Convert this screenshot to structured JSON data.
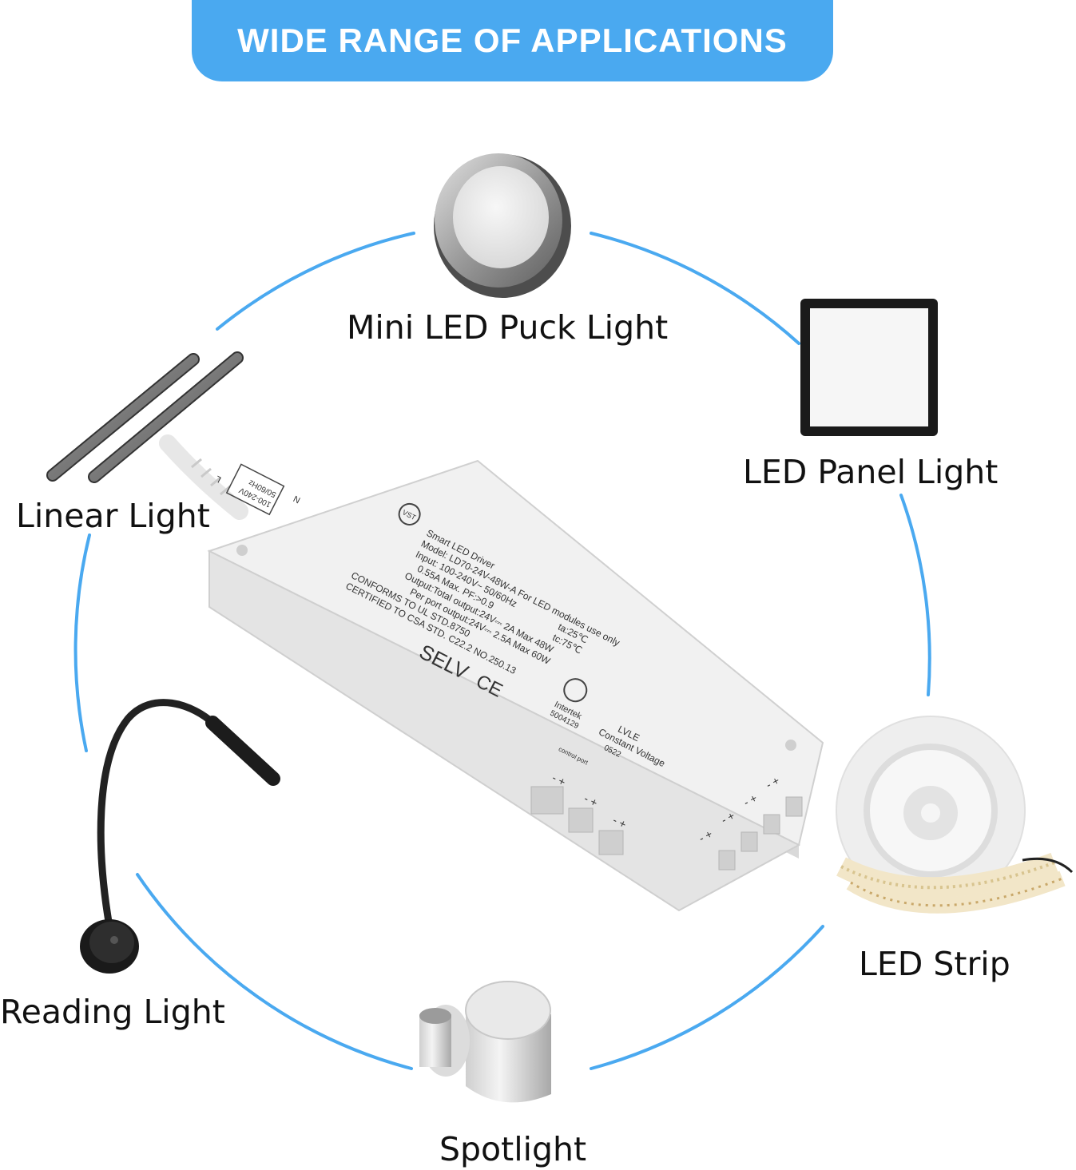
{
  "banner": {
    "title": "WIDE RANGE OF APPLICATIONS"
  },
  "colors": {
    "banner": "#4aa9f0",
    "ring": "#4aa9f0",
    "label_text": "#111111"
  },
  "applications": [
    {
      "label": "Mini LED Puck Light",
      "icon": "puck-light-icon"
    },
    {
      "label": "LED Panel Light",
      "icon": "panel-light-icon"
    },
    {
      "label": "Linear Light",
      "icon": "linear-light-icon"
    },
    {
      "label": "LED Strip",
      "icon": "led-strip-icon"
    },
    {
      "label": "Reading Light",
      "icon": "reading-light-icon"
    },
    {
      "label": "Spotlight",
      "icon": "spotlight-icon"
    }
  ],
  "driver": {
    "name": "Smart LED Driver",
    "model": "Model: LD70-24V-48W-A  For LED modules use only",
    "input": "Input: 100-240V~  50/60Hz",
    "input_current": "0.55A Max.  PF:>0.9",
    "ta": "ta:25℃",
    "tc": "tc:75℃",
    "output_total": "Output:Total output:24V⎓ 2A  Max 48W",
    "output_port": "Per port output:24V⎓ 2.5A  Max 60W",
    "conforms": "CONFORMS TO UL STD.8750",
    "certified": "CERTIFIED TO CSA STD. C22.2 NO.250.13",
    "selv": "SELV",
    "ce": "CE",
    "intertek": "Intertek",
    "intertek_no": "5004129",
    "brand": "LVLE",
    "constant_voltage": "Constant Voltage",
    "date_code": "0522",
    "control_port": "control port",
    "input_rating_1": "100-240V",
    "input_rating_2": "50/60Hz",
    "terminal_n": "N",
    "terminal_l": "L",
    "logo": "VST",
    "port_label": "- +"
  }
}
